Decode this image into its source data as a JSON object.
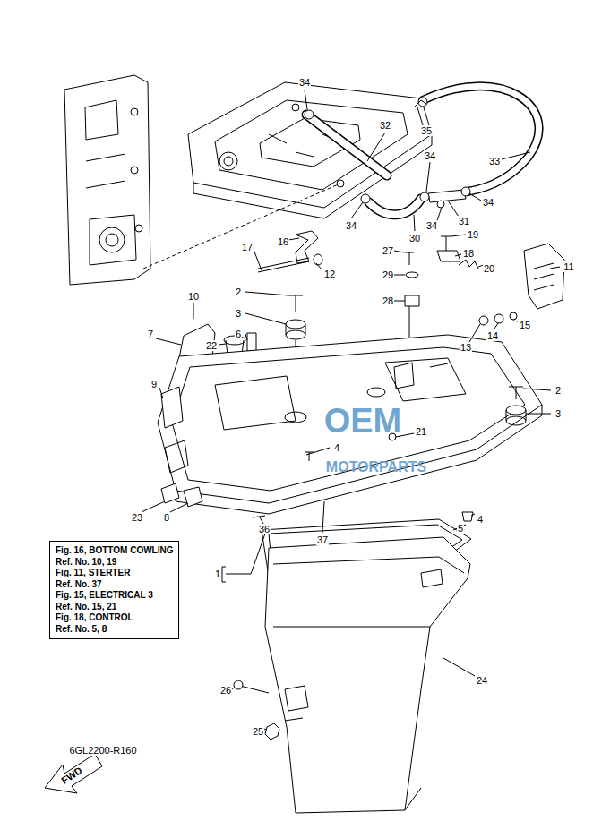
{
  "diagram": {
    "nodes": [
      {
        "text": [
          "Fig. 16, BOTTOM COWLING",
          "Ref. No. 10, 19",
          "Fig. 11, STERTER",
          "Ref. No. 37",
          "Fig. 15, ELECTRICAL 3",
          "Ref. No. 15, 21",
          "Fig. 18, CONTROL",
          "Ref. No. 5, 8"
        ]
      }
    ],
    "labels": [
      "34",
      "35",
      "32",
      "33",
      "34",
      "34",
      "31",
      "34",
      "34",
      "16",
      "17",
      "12",
      "30",
      "27",
      "19",
      "18",
      "20",
      "11",
      "29",
      "28",
      "10",
      "2",
      "3",
      "6",
      "22",
      "7",
      "9",
      "13",
      "14",
      "15",
      "2",
      "3",
      "21",
      "4",
      "4",
      "23",
      "8",
      "36",
      "5",
      "37",
      "1",
      "26",
      "24",
      "25",
      "FWD",
      "6GL2200-R160",
      "OEM",
      "MOTORPARTS"
    ]
  }
}
